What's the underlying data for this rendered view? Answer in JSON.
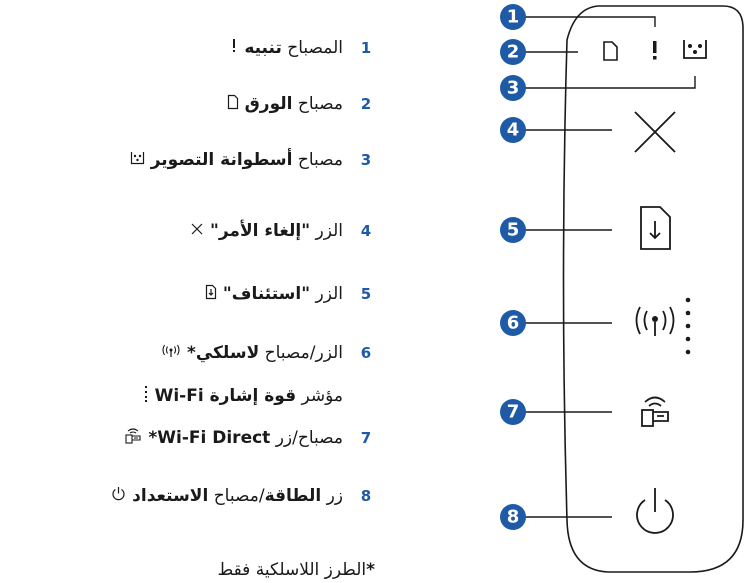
{
  "colors": {
    "accent": "#1f5aa6",
    "line": "#1a1a1a"
  },
  "legend": [
    {
      "num": "1",
      "pre": "المصباح ",
      "bold": "تنبيه",
      "post": "",
      "icon": "attention-icon"
    },
    {
      "num": "2",
      "pre": "مصباح ",
      "bold": "الورق",
      "post": "",
      "icon": "paper-icon"
    },
    {
      "num": "3",
      "pre": "مصباح ",
      "bold": "أسطوانة التصوير",
      "post": "",
      "icon": "imaging-drum-icon"
    },
    {
      "num": "4",
      "pre": "الزر ",
      "bold": "\"إلغاء الأمر\"",
      "post": "",
      "icon": "cancel-icon"
    },
    {
      "num": "5",
      "pre": "الزر ",
      "bold": "\"استئناف\"",
      "post": "",
      "icon": "resume-icon"
    },
    {
      "num": "6",
      "pre": "الزر/مصباح ",
      "bold": "لاسلكي*",
      "post": "",
      "icon": "wireless-icon"
    },
    {
      "num": "",
      "pre": "مؤشر ",
      "bold": "قوة إشارة Wi-Fi",
      "post": "",
      "icon": "signal-bars-icon"
    },
    {
      "num": "7",
      "pre": "مصباح/زر ",
      "bold": "Wi-Fi Direct",
      "post": "*",
      "icon": "wifi-direct-icon"
    },
    {
      "num": "8",
      "pre": "زر ",
      "bold": "الطاقة",
      "post": "/مصباح ",
      "bold2": "الاستعداد",
      "icon": "power-icon"
    }
  ],
  "footnote": {
    "star": "*",
    "text": " الطرز اللاسلكية فقط"
  },
  "callouts": [
    "1",
    "2",
    "3",
    "4",
    "5",
    "6",
    "7",
    "8"
  ]
}
